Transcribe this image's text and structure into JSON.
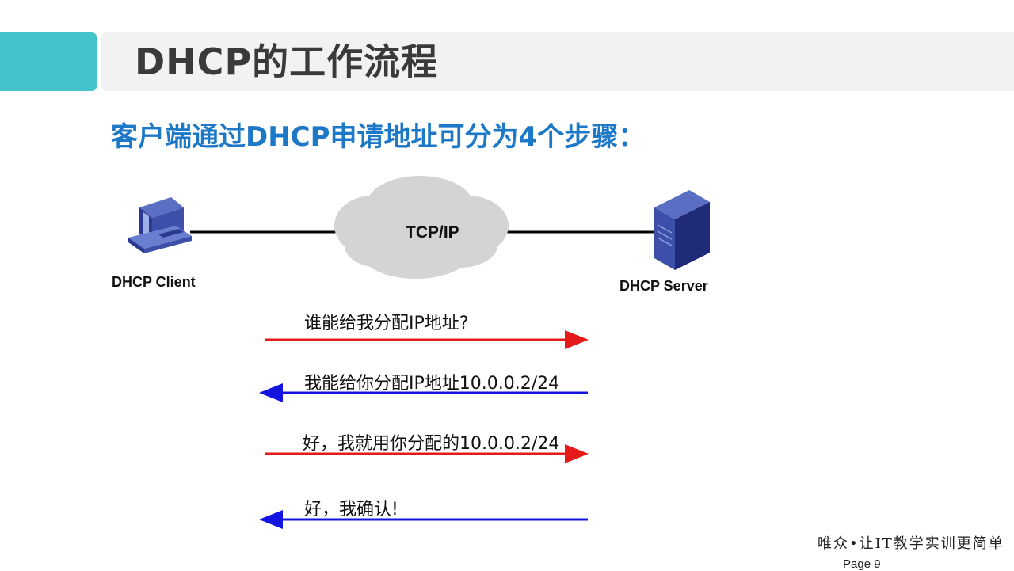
{
  "header": {
    "title": "DHCP的工作流程"
  },
  "subtitle": "客户端通过DHCP申请地址可分为4个步骤：",
  "diagram": {
    "client_label": "DHCP Client",
    "server_label": "DHCP Server",
    "cloud_label": "TCP/IP",
    "messages": [
      {
        "text": "谁能给我分配IP地址?",
        "direction": "client-to-server",
        "color": "#e41a1a"
      },
      {
        "text": "我能给你分配IP地址10.0.0.2/24",
        "direction": "server-to-client",
        "color": "#1414e0"
      },
      {
        "text": "好，我就用你分配的10.0.0.2/24",
        "direction": "client-to-server",
        "color": "#e41a1a"
      },
      {
        "text": "好，我确认!",
        "direction": "server-to-client",
        "color": "#1414e0"
      }
    ]
  },
  "footer": {
    "slogan": "唯众•让IT教学实训更简单",
    "page": "Page 9"
  },
  "colors": {
    "accent": "#45c3cc",
    "subtitle": "#1e78c8",
    "title_bar": "#f2f2f2"
  }
}
